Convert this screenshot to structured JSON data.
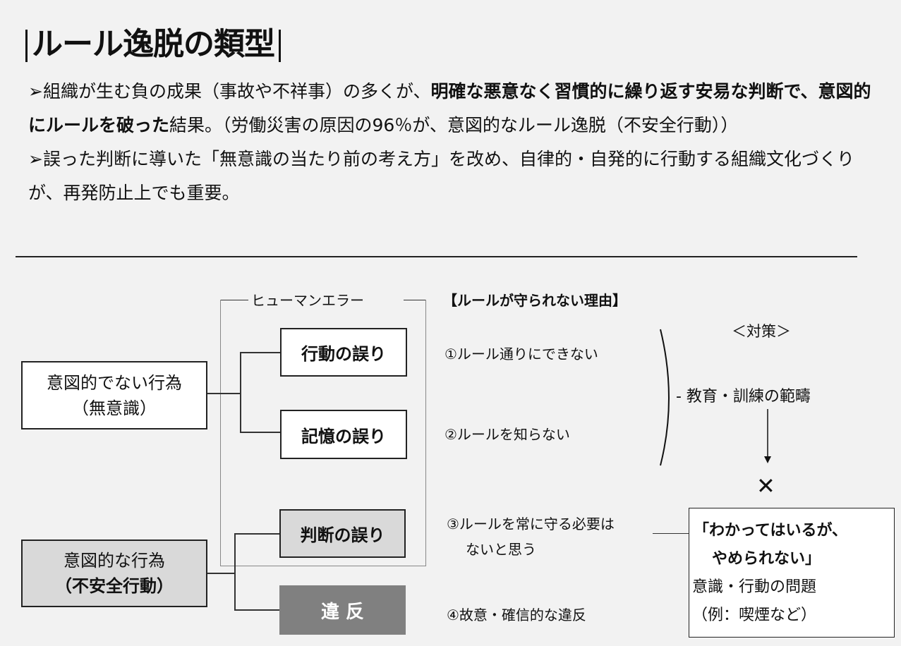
{
  "title": "ルール逸脱の類型",
  "body": {
    "p1_a": "➢組織が生む負の成果（事故や不祥事）の多くが、",
    "p1_b": "明確な悪意なく習慣的に繰り返す安易な判断で、意図的にルールを破った",
    "p1_c": "結果。（労働災害の原因の96％が、意図的なルール逸脱（不安全行動））",
    "p2": "➢誤った判断に導いた「無意識の当たり前の考え方」を改め、自律的・自発的に行動する組織文化づくりが、再発防止上でも重要。"
  },
  "diagram": {
    "human_error": "ヒューマンエラー",
    "unintended": {
      "line1": "意図的でない行為",
      "line2": "（無意識）"
    },
    "intended": {
      "line1": "意図的な行為",
      "line2": "（不安全行動）"
    },
    "action_error": "行動の誤り",
    "memory_error": "記憶の誤り",
    "judgment_error": "判断の誤り",
    "violation": "違 反",
    "reasons_title": "【ルールが守られない理由】",
    "reason1": "①ルール通りにできない",
    "reason2": "②ルールを知らない",
    "reason3_a": "③ルールを常に守る必要は",
    "reason3_b": "ないと思う",
    "reason4": "④故意・確信的な違反",
    "measures_title": "＜対策＞",
    "measure": "- 教育・訓練の範疇",
    "cross": "✕",
    "note": {
      "line1": "「わかってはいるが、",
      "line2": "やめられない」",
      "line3": "意識・行動の問題",
      "line4": "（例：喫煙など）"
    }
  }
}
